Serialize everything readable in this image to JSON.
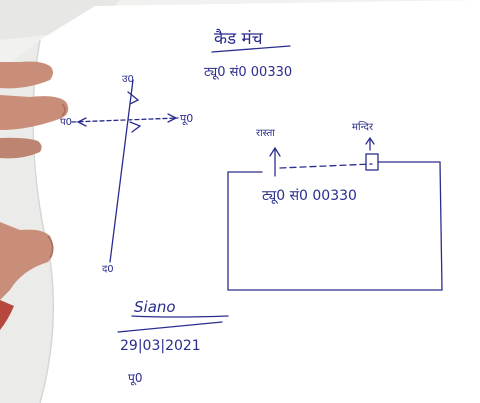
{
  "photo": {
    "description_free": true,
    "colors": {
      "paper": "#ffffff",
      "paper_shadow": "#e9e9e7",
      "ink": "#2b2d8e",
      "skin": "#c98e7a",
      "skin_shadow": "#a86f5e",
      "sleeve": "#b5473d"
    }
  },
  "sketch": {
    "heading_line1": "कैड मंच",
    "heading_line2": "ट्यू0 सं0 00330",
    "north_label": "उ0",
    "south_label": "द0",
    "west_label": "प0",
    "east_label": "पू0",
    "top_left_label": "रास्ता",
    "top_right_label": "मन्दिर",
    "box_label": "ट्यू0 सं0 00330",
    "date": "29|03|2021",
    "signature": "Siano",
    "bottom_note": "पू0"
  }
}
